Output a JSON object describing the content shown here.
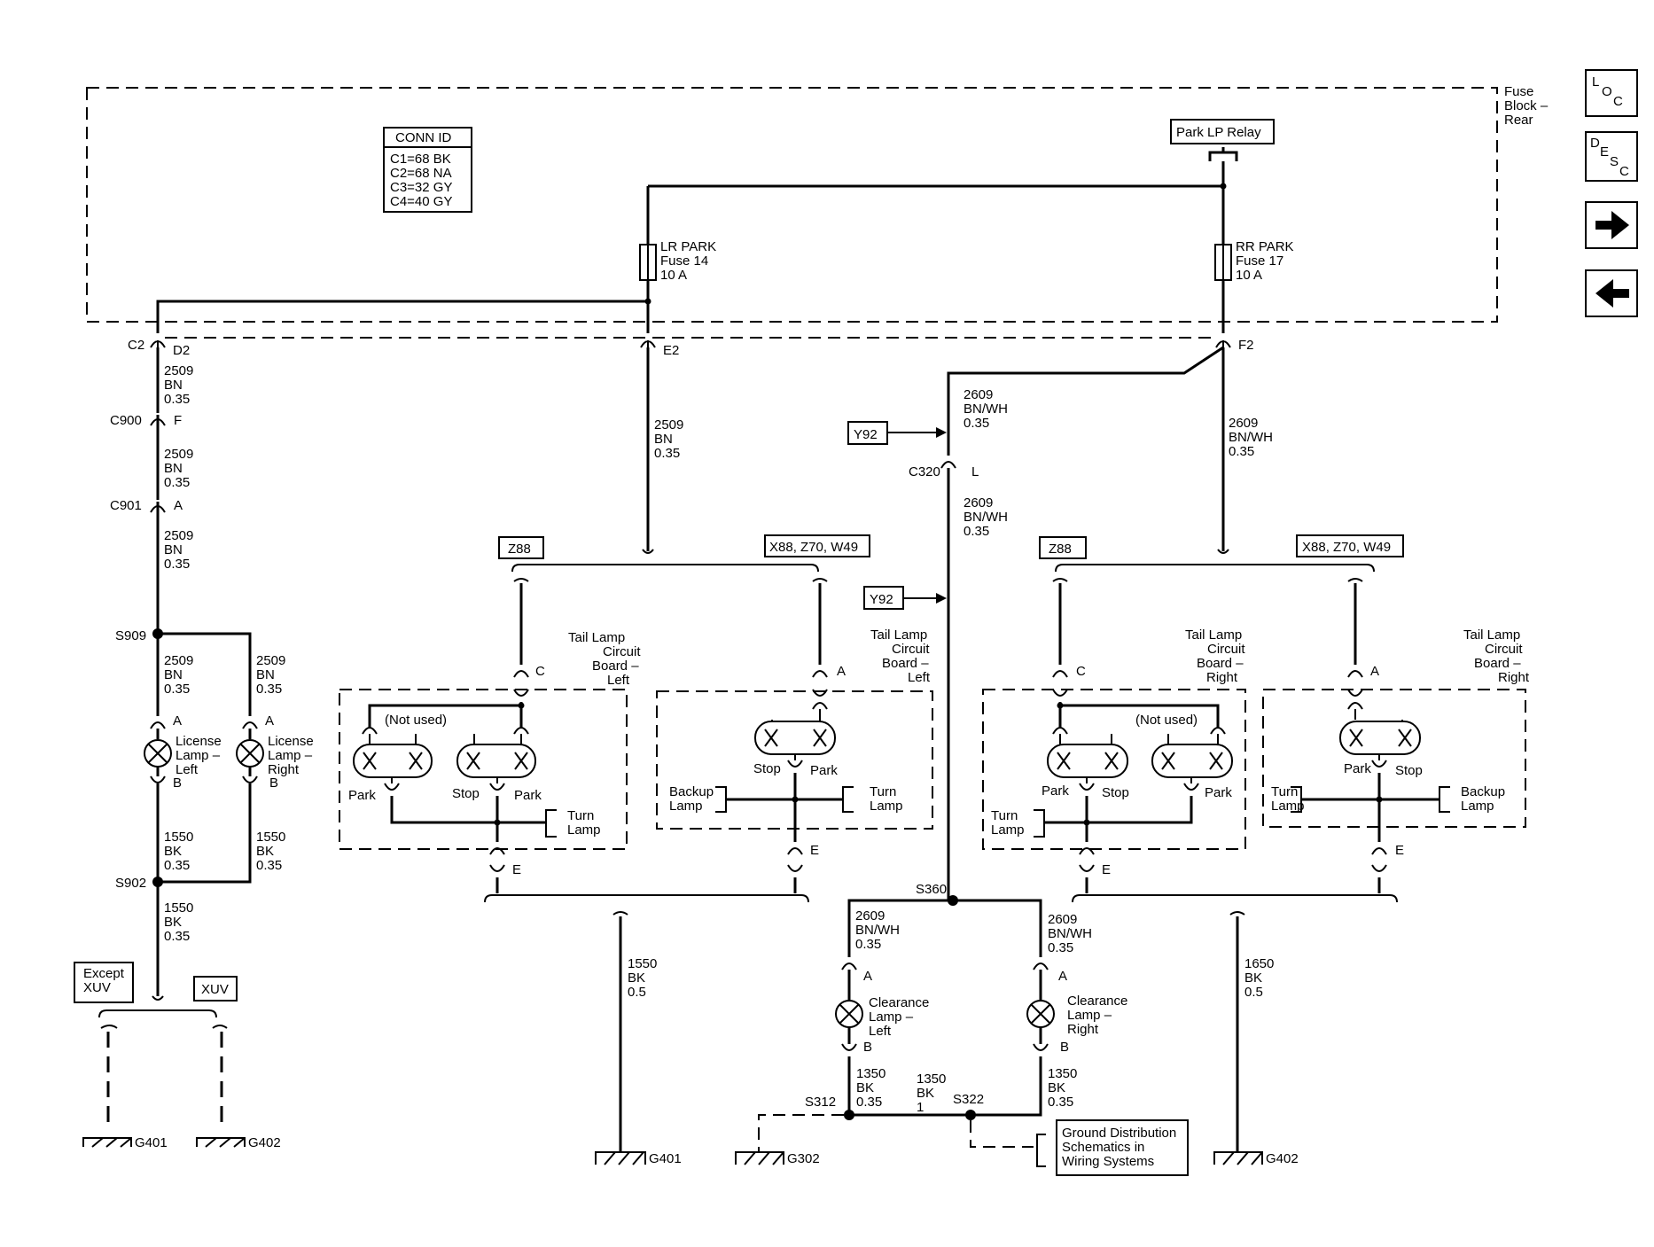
{
  "nav": {
    "loc": [
      "L",
      "O",
      "C"
    ],
    "desc": [
      "D",
      "E",
      "S",
      "C"
    ],
    "next_icon": "arrow-right-icon",
    "prev_icon": "arrow-left-icon"
  },
  "fuse_block": [
    "Fuse",
    "Block –",
    "Rear"
  ],
  "conn_id": {
    "title": "CONN ID",
    "rows": [
      "C1=68 BK",
      "C2=68 NA",
      "C3=32 GY",
      "C4=40 GY"
    ]
  },
  "relay": "Park LP Relay",
  "fuses": {
    "lr": [
      "LR PARK",
      "Fuse 14",
      "10 A"
    ],
    "rr": [
      "RR PARK",
      "Fuse 17",
      "10 A"
    ]
  },
  "connectors": {
    "c2": "C2",
    "d2": "D2",
    "e2": "E2",
    "f2": "F2",
    "c900": "C900",
    "f": "F",
    "c901": "C901",
    "a": "A",
    "c320": "C320",
    "l": "L"
  },
  "wires": {
    "w2509": [
      "2509",
      "BN",
      "0.35"
    ],
    "w2609": [
      "2609",
      "BN/WH",
      "0.35"
    ],
    "w1550": [
      "1550",
      "BK",
      "0.35"
    ],
    "w1550b": [
      "1550",
      "BK",
      "0.5"
    ],
    "w1650": [
      "1650",
      "BK",
      "0.5"
    ],
    "w1350": [
      "1350",
      "BK",
      "0.35"
    ],
    "w1350b": [
      "1350",
      "BK",
      "1"
    ]
  },
  "options": {
    "y92": "Y92",
    "z88": "Z88",
    "x88": "X88, Z70, W49",
    "except_xuv": [
      "Except",
      "XUV"
    ],
    "xuv": "XUV"
  },
  "splices": {
    "s909": "S909",
    "s902": "S902",
    "s360": "S360",
    "s312": "S312",
    "s322": "S322"
  },
  "lamps": {
    "license_left": [
      "License",
      "Lamp –",
      "Left"
    ],
    "license_right": [
      "License",
      "Lamp –",
      "Right"
    ],
    "clear_left": [
      "Clearance",
      "Lamp –",
      "Left"
    ],
    "clear_right": [
      "Clearance",
      "Lamp –",
      "Right"
    ]
  },
  "boards": {
    "left": [
      "Tail Lamp",
      "Circuit",
      "Board –",
      "Left"
    ],
    "right": [
      "Tail Lamp",
      "Circuit",
      "Board –",
      "Right"
    ],
    "not_used": "(Not used)",
    "park": "Park",
    "stop": "Stop",
    "turn_lamp": [
      "Turn",
      "Lamp"
    ],
    "backup_lamp": [
      "Backup",
      "Lamp"
    ],
    "pins": {
      "a": "A",
      "b": "B",
      "c": "C",
      "e": "E"
    }
  },
  "grounds": {
    "g401": "G401",
    "g402": "G402",
    "g302": "G302"
  },
  "ground_dist": [
    "Ground Distribution",
    "Schematics in",
    "Wiring Systems"
  ]
}
